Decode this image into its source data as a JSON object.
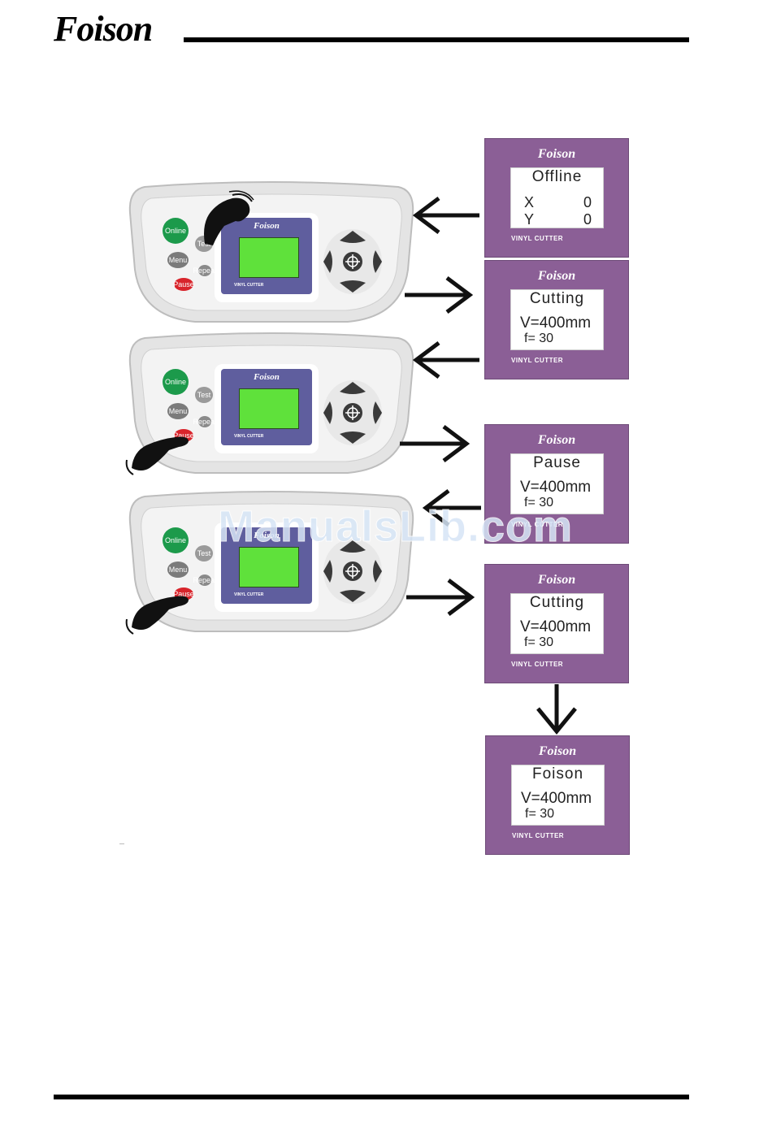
{
  "header": {
    "logo": "Foison"
  },
  "panel": {
    "brand": "Foison",
    "footer": "VINYL CUTTER",
    "buttons": {
      "online": "Online",
      "test": "Test",
      "menu": "Menu",
      "pause": "Pause",
      "repeat": "Repeat"
    }
  },
  "screens": [
    {
      "brand": "Foison",
      "title": "Offline",
      "x_label": "X",
      "x_value": "0",
      "y_label": "Y",
      "y_value": "0",
      "footer": "VINYL CUTTER"
    },
    {
      "brand": "Foison",
      "title": "Cutting",
      "speed": "V=400mm",
      "force": "f= 30",
      "footer": "VINYL CUTTER"
    },
    {
      "brand": "Foison",
      "title": "Pause",
      "speed": "V=400mm",
      "force": "f= 30",
      "footer": "VINYL CUTTER"
    },
    {
      "brand": "Foison",
      "title": "Cutting",
      "speed": "V=400mm",
      "force": "f= 30",
      "footer": "VINYL CUTTER"
    },
    {
      "brand": "Foison",
      "title": "Foison",
      "speed": "V=400mm",
      "force": "f= 30",
      "footer": "VINYL CUTTER"
    }
  ],
  "watermark": "ManualsLib.com",
  "colors": {
    "screen_purple": "#8b5f96",
    "lcd_green": "#5fe13b",
    "online_green": "#1c9a4b",
    "pause_red": "#d8242b"
  }
}
